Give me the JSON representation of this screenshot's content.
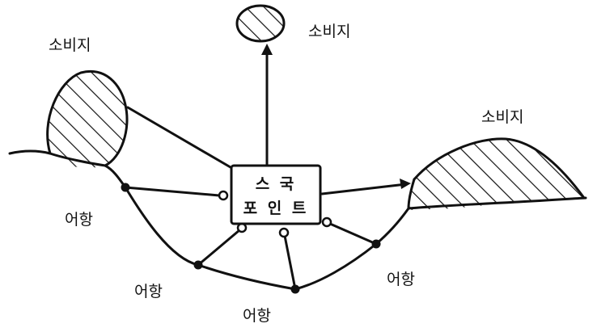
{
  "labels": {
    "consumer_left": "소비지",
    "consumer_top": "소비지",
    "consumer_right": "소비지",
    "port_left": "어항",
    "port_bottom_left": "어항",
    "port_bottom": "어항",
    "port_right": "어항"
  },
  "hub": {
    "line1": "스 국",
    "line2": "포 인 트"
  }
}
